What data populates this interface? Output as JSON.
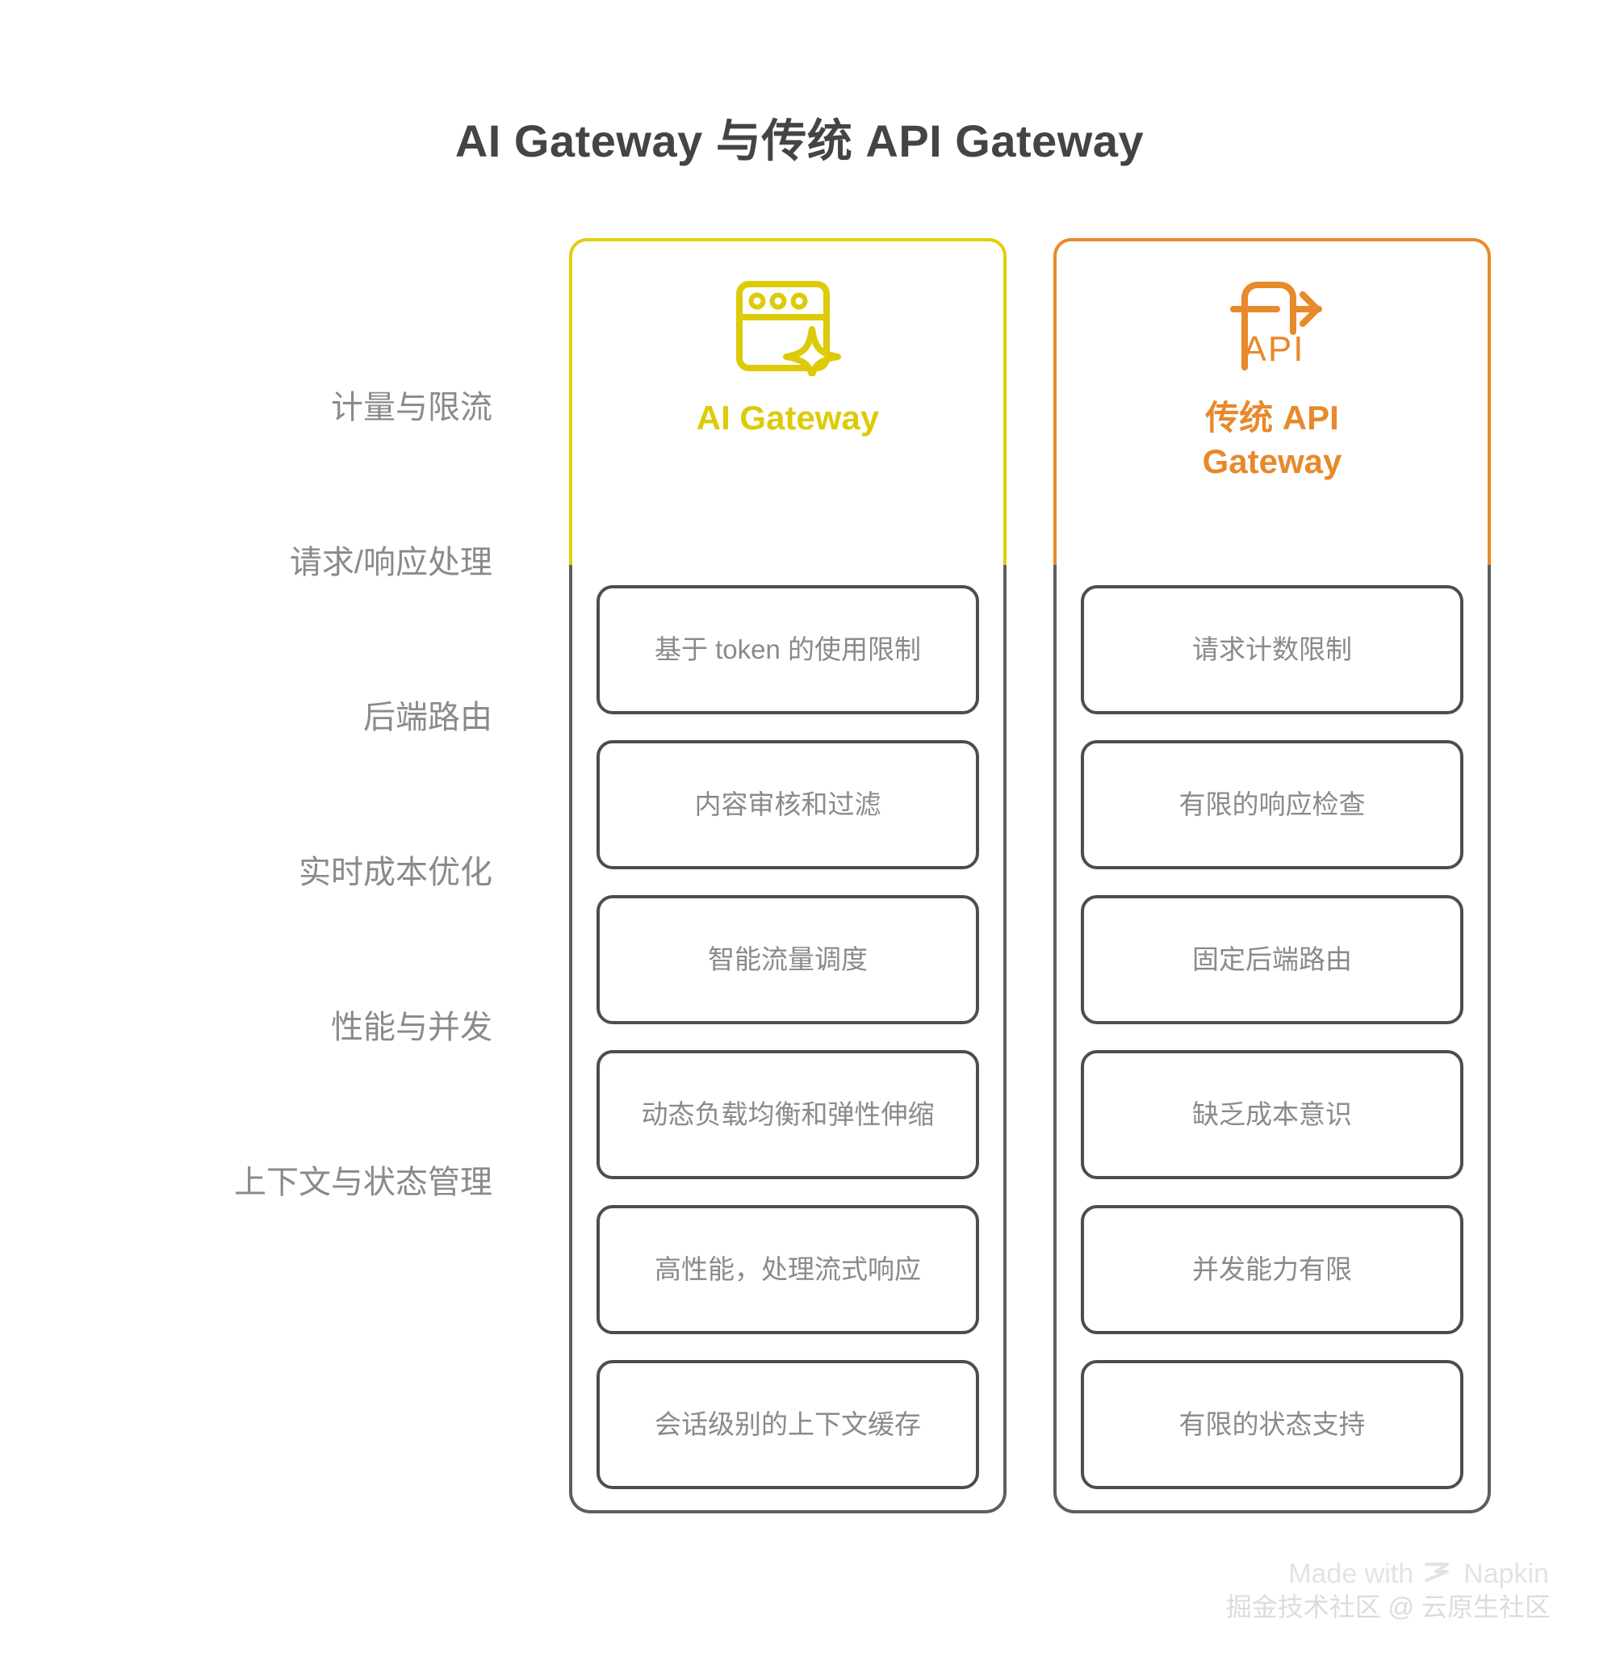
{
  "title": "AI Gateway 与传统 API Gateway",
  "columns": [
    {
      "id": "ai-gateway",
      "title": "AI Gateway",
      "accent": "#ddcb09",
      "icon": "browser-window-sparkle-icon"
    },
    {
      "id": "traditional-api-gateway",
      "title": "传统 API\nGateway",
      "accent": "#e8892b",
      "icon": "api-document-arrows-icon"
    }
  ],
  "rows": [
    {
      "label": "计量与限流",
      "ai": "基于 token 的使用限制",
      "api": "请求计数限制"
    },
    {
      "label": "请求/响应处理",
      "ai": "内容审核和过滤",
      "api": "有限的响应检查"
    },
    {
      "label": "后端路由",
      "ai": "智能流量调度",
      "api": "固定后端路由"
    },
    {
      "label": "实时成本优化",
      "ai": "动态负载均衡和弹性伸缩",
      "api": "缺乏成本意识"
    },
    {
      "label": "性能与并发",
      "ai": "高性能，处理流式响应",
      "api": "并发能力有限"
    },
    {
      "label": "上下文与状态管理",
      "ai": "会话级别的上下文缓存",
      "api": "有限的状态支持"
    }
  ],
  "watermarks": {
    "napkin": "Made with",
    "napkin_brand": "Napkin",
    "community": "掘金技术社区 @ 云原生社区"
  }
}
